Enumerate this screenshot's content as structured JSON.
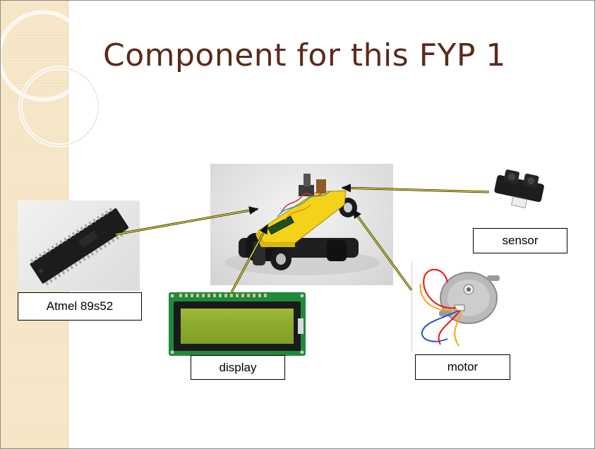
{
  "slide": {
    "title": "Component for this FYP 1",
    "accent_color": "#5b2a1a",
    "side_band_color": "#f7e8c8"
  },
  "labels": {
    "sensor": "sensor",
    "microcontroller": "Atmel 89s52",
    "display": "display",
    "motor": "motor"
  },
  "images": {
    "robot_car": "robot-car-photo",
    "microcontroller_chip": "dip-chip-photo",
    "sensor_module": "distance-sensor-photo",
    "lcd_display": "lcd-module-photo",
    "stepper_motor": "stepper-motor-photo"
  }
}
